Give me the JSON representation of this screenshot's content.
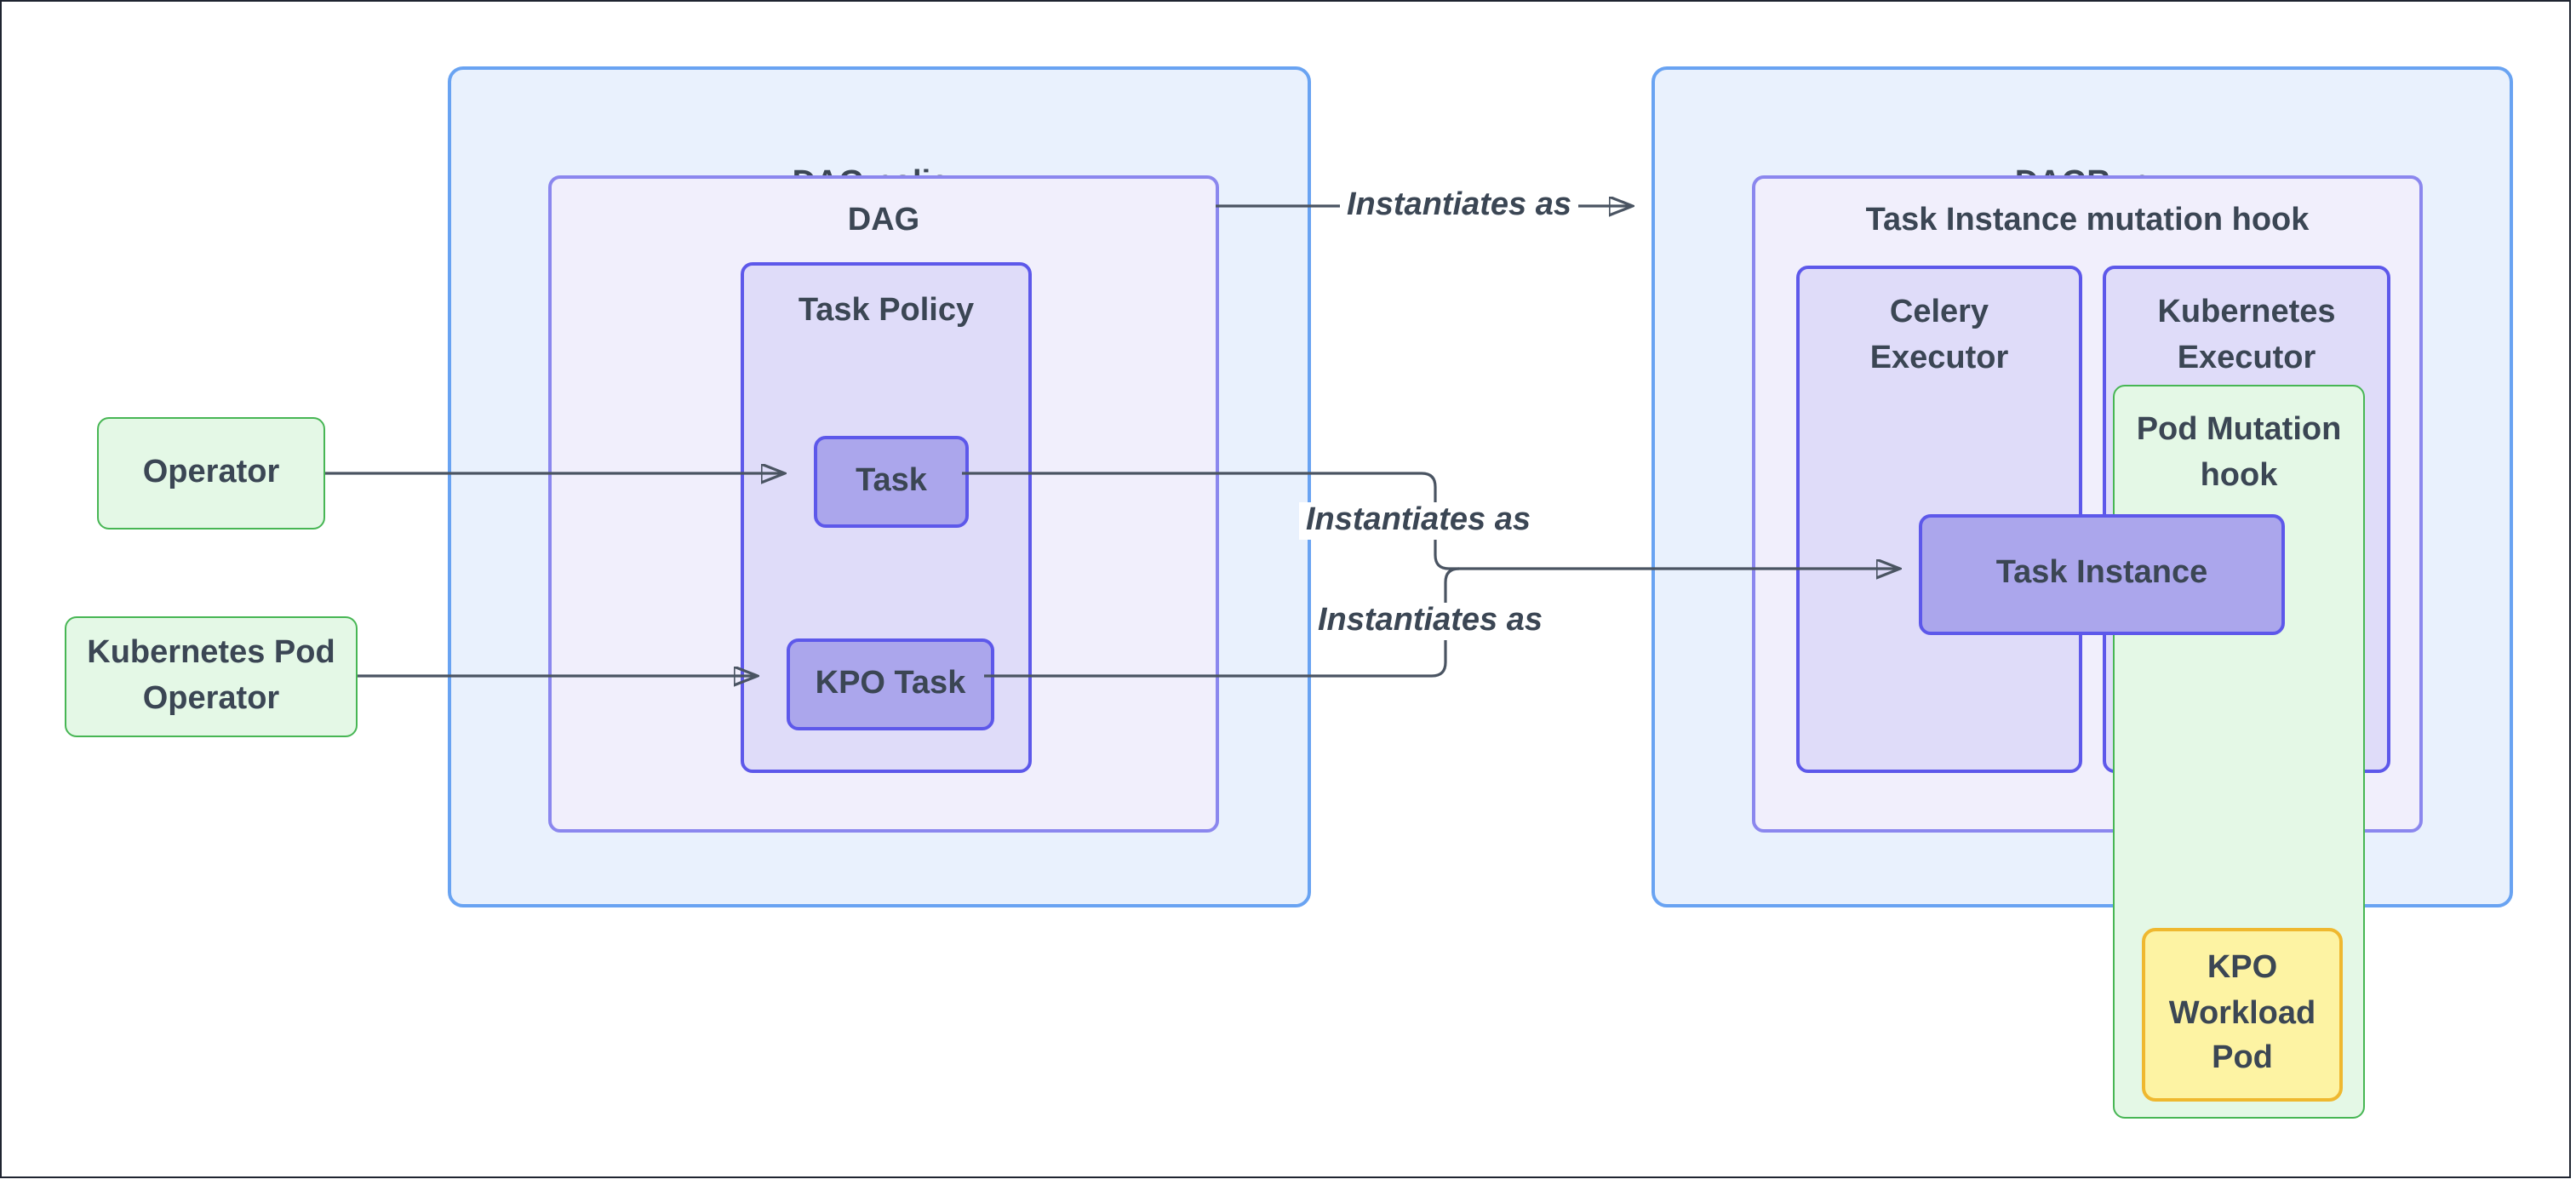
{
  "diagram": {
    "colors": {
      "outer_frame": "#1f2430",
      "blue_container_border": "#69a3f2",
      "blue_container_fill": "#e9f1fd",
      "lavender_container_border": "#8b87ee",
      "lavender_container_fill": "#f1effc",
      "purple_box_border": "#5d58ea",
      "purple_box_fill": "#dfdcf9",
      "purple_node_fill": "#aba6ec",
      "green_border": "#47b654",
      "green_fill": "#e4f8e6",
      "yellow_border": "#efb82f",
      "yellow_fill": "#fdf3a3",
      "text": "#3b4654",
      "arrow_line": "#4a5462"
    },
    "nodes": {
      "operator": {
        "label": "Operator"
      },
      "kpo_operator": {
        "label": "Kubernetes Pod\nOperator"
      },
      "dag_policy": {
        "label": "DAG policy"
      },
      "dag": {
        "label": "DAG"
      },
      "task_policy": {
        "label": "Task Policy"
      },
      "task": {
        "label": "Task"
      },
      "kpo_task": {
        "label": "KPO Task"
      },
      "dagrun": {
        "label": "DAGRun"
      },
      "ti_mutation_hook": {
        "label": "Task Instance mutation hook"
      },
      "celery_executor": {
        "label": "Celery\nExecutor"
      },
      "kubernetes_executor": {
        "label": "Kubernetes\nExecutor"
      },
      "pod_mutation_hook": {
        "label": "Pod Mutation\nhook"
      },
      "task_instance": {
        "label": "Task Instance"
      },
      "kpo_workload_pod": {
        "label": "KPO\nWorkload\nPod"
      }
    },
    "edges": {
      "dag_to_dagrun": {
        "label": "Instantiates as"
      },
      "task_to_task_instance": {
        "label": "Instantiates as"
      },
      "kpo_task_to_task_instance": {
        "label": "Instantiates as"
      }
    }
  }
}
